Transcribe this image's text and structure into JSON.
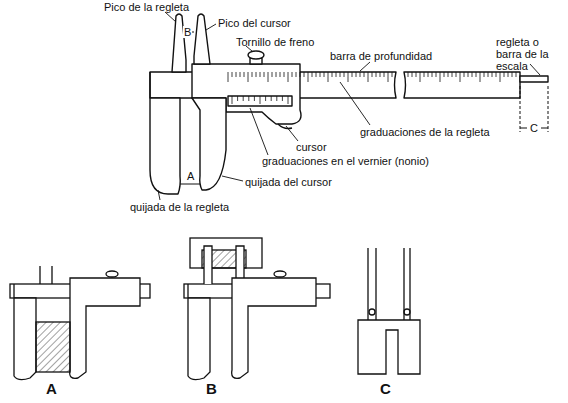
{
  "diagram": {
    "labels": [
      "Pico de la regleta",
      "B",
      "Pico del cursor",
      "Tornillo de freno",
      "barra de profundidad",
      "regleta o barra de la escala",
      "C",
      "graduaciones de la regleta",
      "cursor",
      "graduaciones en el vernier (nonio)",
      "quijada del cursor",
      "A",
      "quijada de la regleta",
      "A",
      "B",
      "C"
    ]
  }
}
